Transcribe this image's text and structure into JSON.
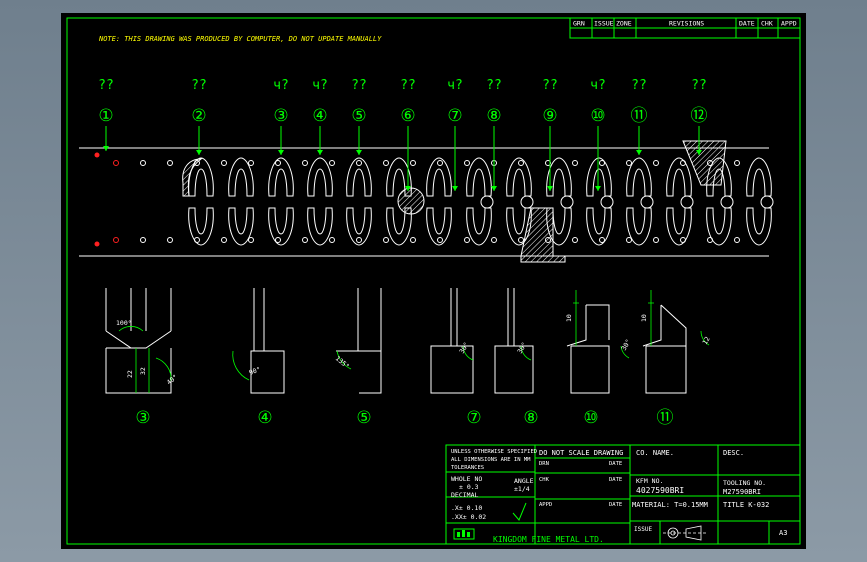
{
  "note": "NOTE: THIS DRAWING WAS PRODUCED BY COMPUTER, DO NOT UPDATE MANUALLY",
  "revision_headers": [
    "GRN",
    "ISSUE",
    "ZONE",
    "REVISIONS",
    "DATE",
    "CHK",
    "APPD"
  ],
  "stations": [
    {
      "num": "①",
      "label": "??"
    },
    {
      "num": "②",
      "label": "??"
    },
    {
      "num": "③",
      "label": "ч?"
    },
    {
      "num": "④",
      "label": "ч?"
    },
    {
      "num": "⑤",
      "label": "??"
    },
    {
      "num": "⑥",
      "label": "??"
    },
    {
      "num": "⑦",
      "label": "ч?"
    },
    {
      "num": "⑧",
      "label": "??"
    },
    {
      "num": "⑨",
      "label": "??"
    },
    {
      "num": "⑩",
      "label": "ч?"
    },
    {
      "num": "⑪",
      "label": "??"
    },
    {
      "num": "⑫",
      "label": "??"
    }
  ],
  "sections": [
    "③",
    "④",
    "⑤",
    "⑦",
    "⑧",
    "⑩",
    "⑪"
  ],
  "dims": {
    "a100": "100°",
    "d22": "22",
    "d32": "32",
    "a40": "40°",
    "a90": "90°",
    "a135": "135°",
    "a30": "30°",
    "d10": "10",
    "d12": "12"
  },
  "title_block": {
    "tol1": "UNLESS OTHERWISE SPECIFIED",
    "tol2": "ALL DIMENSIONS ARE IN MM",
    "tol3": "TOLERANCES",
    "whole": "WHOLE NO",
    "whole_v": "±  0.3",
    "decimal": "DECIMAL",
    "x_lbl": ".X±  0.10",
    "xx_lbl": ".XX±  0.02",
    "angle": "ANGLE",
    "angle_v": "±1/4",
    "noscale": "DO NOT SCALE DRAWING",
    "drn": "DRN",
    "date1": "DATE",
    "chk": "CHK",
    "date2": "DATE",
    "appd": "APPD",
    "date3": "DATE",
    "co_name": "CO. NAME.",
    "kfm_no": "KFM NO.",
    "kfm_val": "4027590BRI",
    "material": "MATERIAL: T=0.15MM",
    "desc": "DESC.",
    "tooling_no": "TOOLING NO.",
    "tooling_val": "M27590BRI",
    "title": "TITLE   K-032",
    "issue": "ISSUE",
    "company": "KINGDOM FINE METAL LTD.",
    "size": "A3"
  },
  "colors": {
    "line": "#00ff00",
    "white": "#ffffff",
    "red": "#ff2020",
    "yellow": "#ffff00"
  }
}
